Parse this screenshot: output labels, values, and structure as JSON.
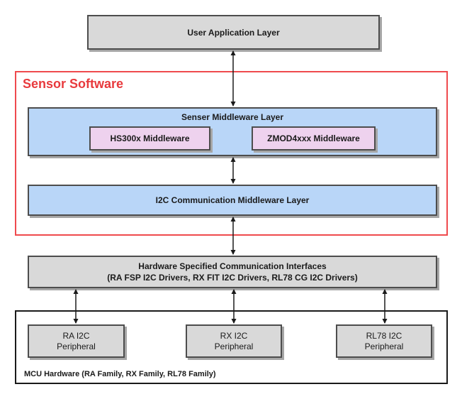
{
  "user_app_layer": "User Application Layer",
  "sensor_software": {
    "title": "Sensor Software",
    "middleware_layer": {
      "title": "Senser Middleware Layer",
      "items": [
        "HS300x Middleware",
        "ZMOD4xxx Middleware"
      ]
    },
    "i2c_middleware_layer": "I2C Communication Middleware Layer"
  },
  "hw_interfaces": {
    "line1": "Hardware Specified Communication Interfaces",
    "line2": "(RA FSP I2C Drivers, RX FIT I2C Drivers, RL78 CG I2C Drivers)"
  },
  "mcu_hardware": {
    "title": "MCU Hardware (RA Family, RX Family, RL78 Family)",
    "peripherals": [
      {
        "name": "RA I2C",
        "sub": "Peripheral"
      },
      {
        "name": "RX I2C",
        "sub": "Peripheral"
      },
      {
        "name": "RL78 I2C",
        "sub": "Peripheral"
      }
    ]
  },
  "colors": {
    "sensor_frame": "#ef4a4d",
    "layer_blue": "#b9d6f8",
    "middleware_pink": "#eed2ee",
    "box_gray": "#d9d9d9"
  }
}
